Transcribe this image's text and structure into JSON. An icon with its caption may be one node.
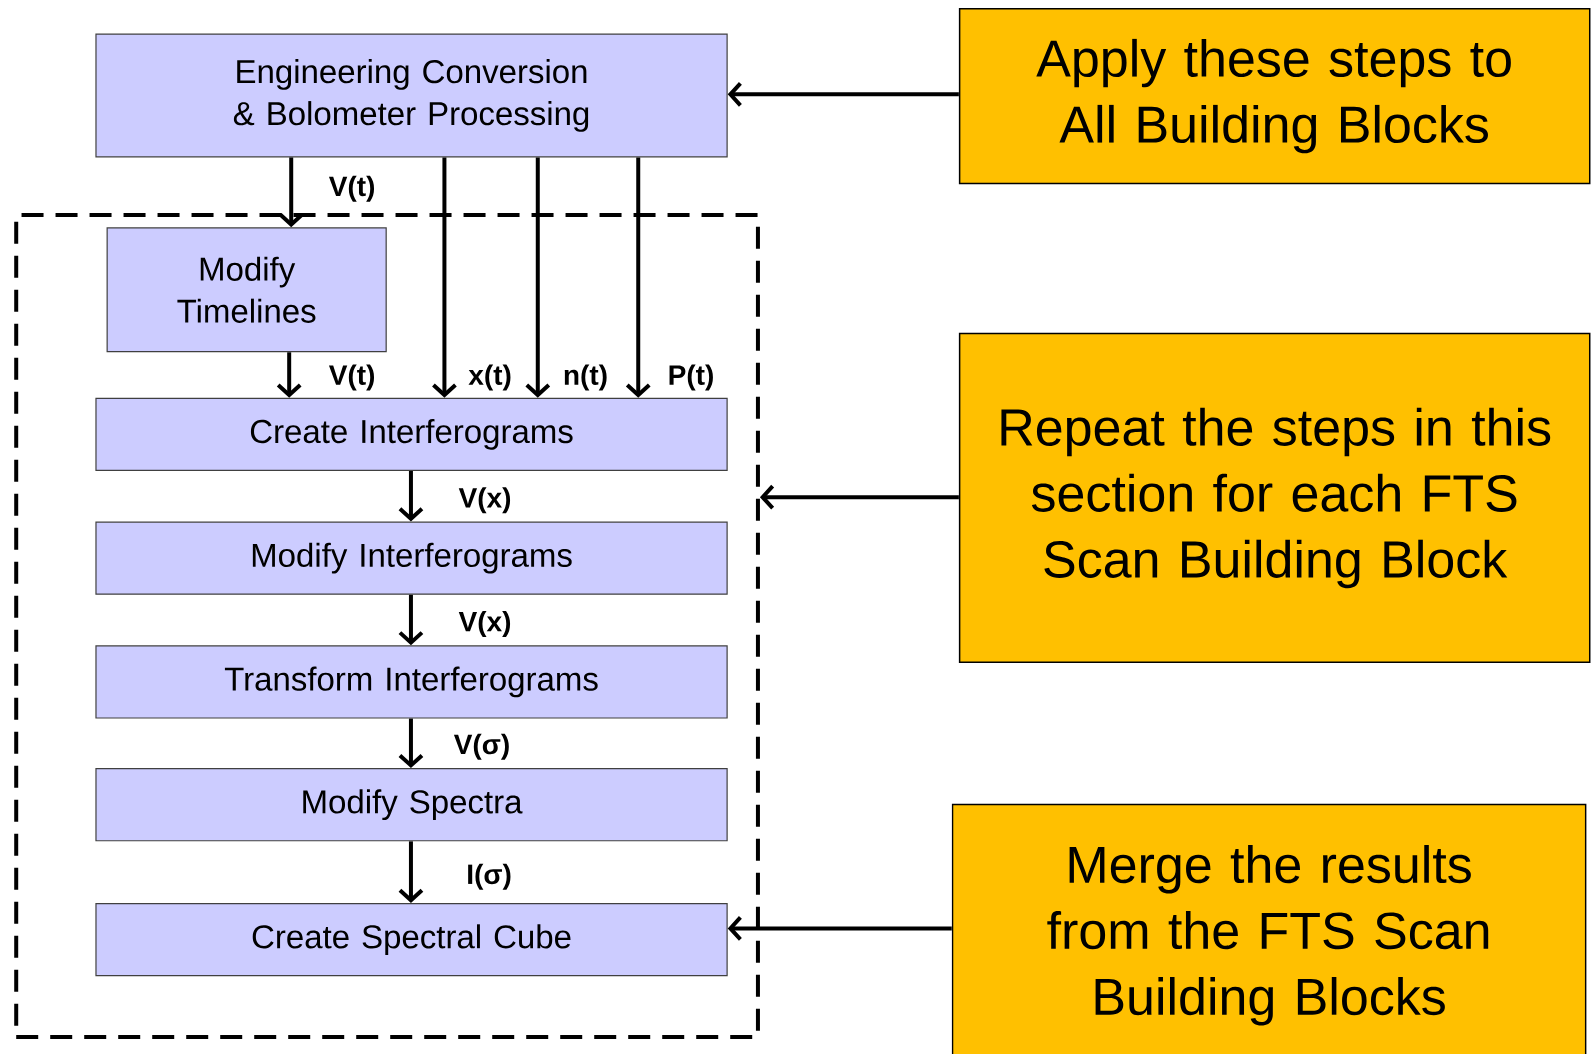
{
  "diagram": {
    "nodes": [
      {
        "text": [
          "Engineering Conversion & Bolometer Processing"
        ]
      },
      {
        "text": [],
        "shape": "box"
      },
      {
        "text": [
          "Modify Timelines"
        ],
        "in": 1
      },
      {
        "text": [
          "Create Interferograms"
        ],
        "in": 1
      },
      {
        "text": [
          "Modify Interferograms"
        ],
        "in": 1
      },
      {
        "text": [
          "Transform Interferograms"
        ],
        "in": 1
      },
      {
        "text": [
          "Modify Spectra"
        ],
        "in": 1
      },
      {
        "text": [
          "Create Spectral Cube"
        ],
        "in": 1
      },
      {
        "text": [
          "Apply these steps to All Building Blocks"
        ]
      },
      {
        "text": [
          "Repeat the steps in this section for each FTS Scan Building Block"
        ]
      },
      {
        "text": [
          "Merge the results from the FTS Scan Building Blocks"
        ]
      }
    ],
    "edges": [
      {
        "from": 0,
        "to": 2,
        "arrow": "to",
        "label": "V(t)"
      },
      {
        "from": 2,
        "to": 3,
        "arrow": "to",
        "label": "V(t)"
      },
      {
        "from": 0,
        "to": 3,
        "arrow": "to",
        "label": "x(t)"
      },
      {
        "from": 0,
        "to": 3,
        "arrow": "to",
        "label": "n(t)"
      },
      {
        "from": 0,
        "to": 3,
        "arrow": "to",
        "label": "P(t)"
      },
      {
        "from": 3,
        "to": 4,
        "arrow": "to",
        "label": "V(x)"
      },
      {
        "from": 4,
        "to": 5,
        "arrow": "to",
        "label": "V(x)"
      },
      {
        "from": 5,
        "to": 6,
        "arrow": "to",
        "label": "V(σ)"
      },
      {
        "from": 6,
        "to": 7,
        "arrow": "to",
        "label": "I(σ)"
      },
      {
        "from": 8,
        "to": 0,
        "arrow": "to"
      },
      {
        "from": 9,
        "to": 1,
        "arrow": "to"
      },
      {
        "from": 10,
        "to": 7,
        "arrow": "to"
      }
    ]
  }
}
